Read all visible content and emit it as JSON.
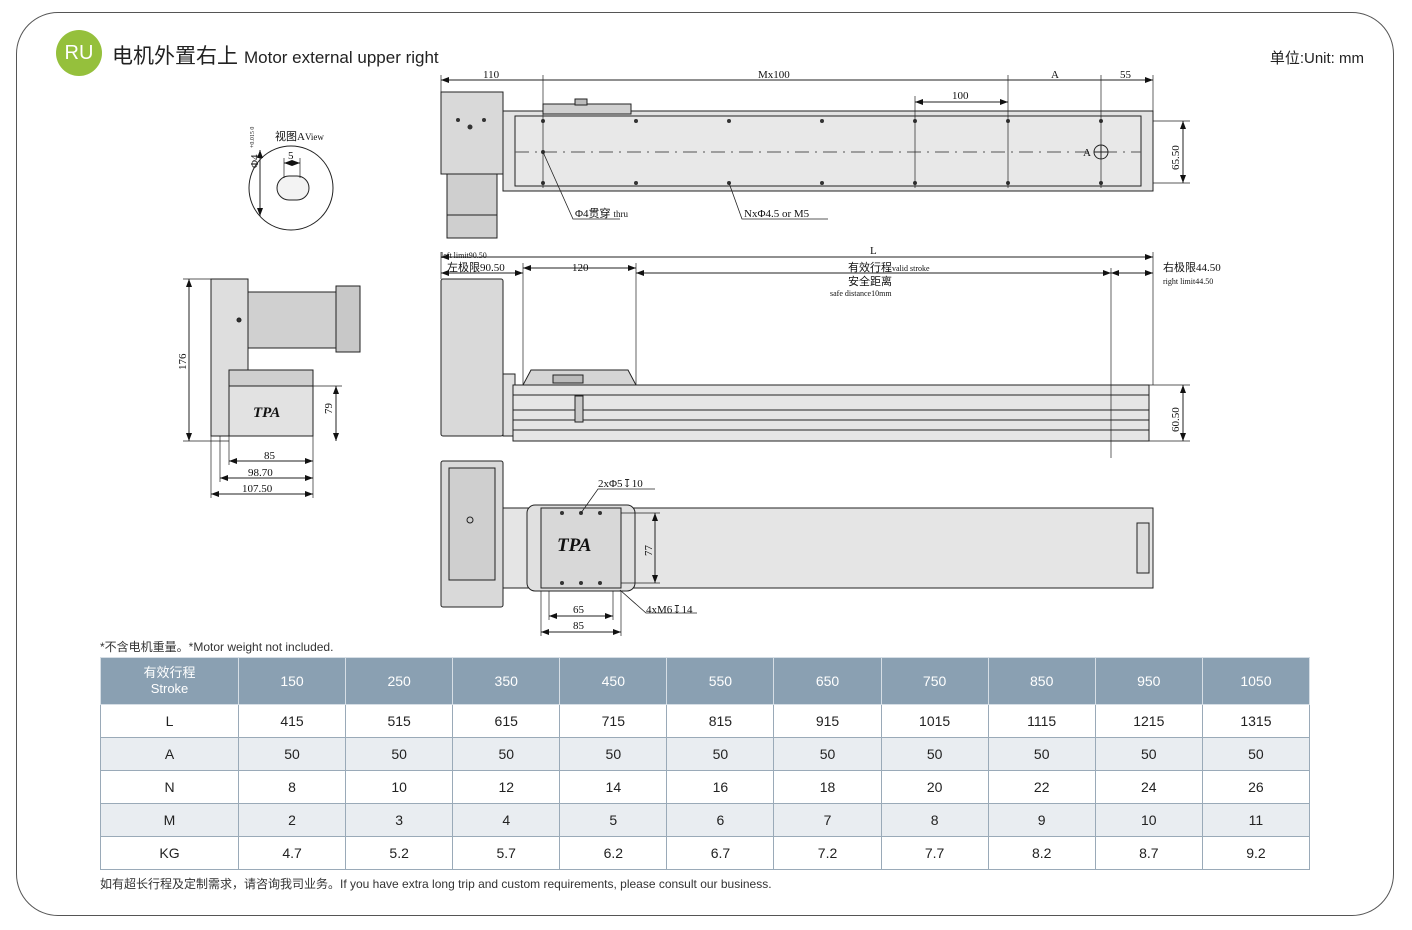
{
  "header": {
    "badge": "RU",
    "title_cn": "电机外置右上",
    "title_en": "Motor external upper right",
    "unit": "单位:Unit: mm"
  },
  "drawing": {
    "top_view": {
      "dim_110": "110",
      "dim_mx100": "Mx100",
      "dim_a": "A",
      "dim_55": "55",
      "dim_100": "100",
      "dim_65_50": "65.50",
      "label_a": "A",
      "hole_thru_cn": "Φ4贯穿",
      "hole_thru_en": "thru",
      "holes_n": "NxΦ4.5 or M5"
    },
    "view_a": {
      "title_cn": "视图A",
      "title_en": "View",
      "dia": "Φ4",
      "tol": "+0.015 0",
      "dim_5": "5"
    },
    "side_view": {
      "left_limit_en": "left limit90.50",
      "left_limit_cn": "左极限90.50",
      "dim_120": "120",
      "dim_l": "L",
      "valid_stroke_cn": "有效行程",
      "valid_stroke_en": "valid stroke",
      "safe_cn": "安全距离",
      "safe_en": "safe distance10mm",
      "right_limit_cn": "右极限44.50",
      "right_limit_en": "right limit44.50",
      "dim_60_50": "60.50"
    },
    "end_view": {
      "dim_176": "176",
      "dim_79": "79",
      "dim_85": "85",
      "dim_98_70": "98.70",
      "dim_107_50": "107.50",
      "logo": "TPA"
    },
    "bottom_view": {
      "holes_2x": "2xΦ5↧10",
      "dim_77": "77",
      "dim_65": "65",
      "dim_85": "85",
      "holes_4x": "4xM6↧14",
      "logo": "TPA"
    }
  },
  "note": "*不含电机重量。*Motor weight not included.",
  "table": {
    "header_cn": "有效行程",
    "header_en": "Stroke",
    "strokes": [
      "150",
      "250",
      "350",
      "450",
      "550",
      "650",
      "750",
      "850",
      "950",
      "1050"
    ],
    "rows": [
      {
        "label": "L",
        "values": [
          "415",
          "515",
          "615",
          "715",
          "815",
          "915",
          "1015",
          "1115",
          "1215",
          "1315"
        ]
      },
      {
        "label": "A",
        "values": [
          "50",
          "50",
          "50",
          "50",
          "50",
          "50",
          "50",
          "50",
          "50",
          "50"
        ]
      },
      {
        "label": "N",
        "values": [
          "8",
          "10",
          "12",
          "14",
          "16",
          "18",
          "20",
          "22",
          "24",
          "26"
        ]
      },
      {
        "label": "M",
        "values": [
          "2",
          "3",
          "4",
          "5",
          "6",
          "7",
          "8",
          "9",
          "10",
          "11"
        ]
      },
      {
        "label": "KG",
        "values": [
          "4.7",
          "5.2",
          "5.7",
          "6.2",
          "6.7",
          "7.2",
          "7.7",
          "8.2",
          "8.7",
          "9.2"
        ]
      }
    ]
  },
  "footer": "如有超长行程及定制需求，请咨询我司业务。If you have extra long trip and custom requirements, please consult our business."
}
